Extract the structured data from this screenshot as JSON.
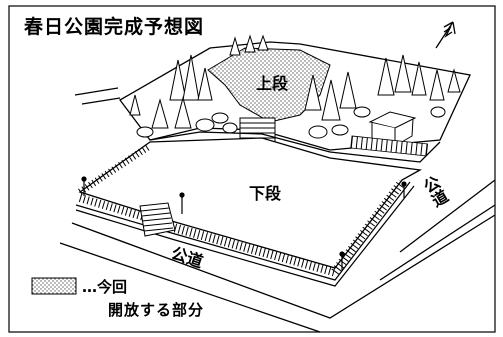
{
  "title": "春日公園完成予想図",
  "labels": {
    "upper": "上段",
    "lower": "下段",
    "road_bottom": "公道",
    "road_right": "公道"
  },
  "legend": {
    "prefix": "…",
    "line1": "今回",
    "line2": "開放する部分"
  },
  "colors": {
    "ink": "#000000",
    "paper": "#ffffff",
    "stipple": "#555555"
  },
  "icons": {
    "north": "north-arrow-icon"
  }
}
